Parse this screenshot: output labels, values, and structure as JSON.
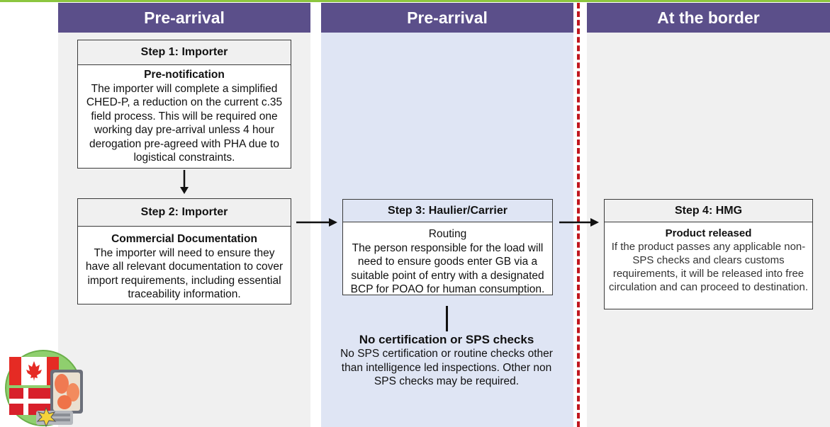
{
  "columns": [
    {
      "title": "Pre-arrival"
    },
    {
      "title": "Pre-arrival"
    },
    {
      "title": "At the border"
    }
  ],
  "step1": {
    "header": "Step 1: Importer",
    "subtitle": "Pre-notification",
    "text": "The importer will complete a simplified CHED-P, a reduction on the current c.35 field process. This will be required one working day pre-arrival unless 4 hour derogation pre-agreed with PHA due to logistical constraints."
  },
  "step2": {
    "header": "Step 2: Importer",
    "subtitle": "Commercial Documentation",
    "text": "The importer will need to ensure they have all relevant documentation to cover import requirements, including essential traceability information."
  },
  "step3": {
    "header": "Step 3: Haulier/Carrier",
    "subtitle": "Routing",
    "text": "The person responsible for the load will need to ensure goods enter GB via a suitable point of entry with a designated BCP for POAO for human consumption."
  },
  "step4": {
    "header": "Step 4: HMG",
    "subtitle": "Product released",
    "text": "If the product passes any applicable non-SPS checks and clears customs requirements, it will be released into free circulation and can proceed to destination."
  },
  "no_cert": {
    "title": "No certification or SPS checks",
    "text": "No SPS certification or routine checks other than intelligence led inspections. Other non SPS checks may be required."
  },
  "colors": {
    "header_bg": "#5b4f8a",
    "col_grey": "#f0f0f0",
    "col_blue": "#dfe5f4",
    "border_line": "#c0161e",
    "top_line": "#8cc63f"
  }
}
